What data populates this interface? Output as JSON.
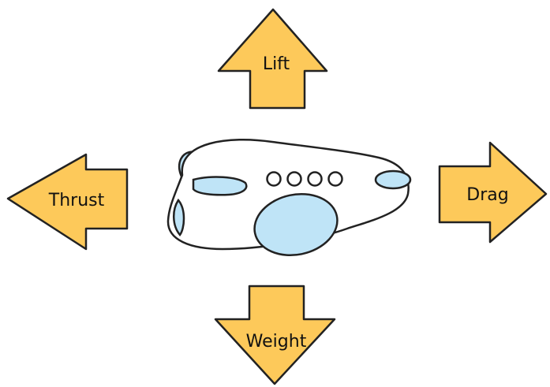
{
  "colors": {
    "arrow_fill": "#fdc95a",
    "arrow_stroke": "#222222",
    "window_fill": "#bfe4f7",
    "body_fill": "#ffffff"
  },
  "arrows": {
    "lift": {
      "label": "Lift"
    },
    "thrust": {
      "label": "Thrust"
    },
    "drag": {
      "label": "Drag"
    },
    "weight": {
      "label": "Weight"
    }
  },
  "icons": {
    "airplane": "airplane-icon"
  }
}
